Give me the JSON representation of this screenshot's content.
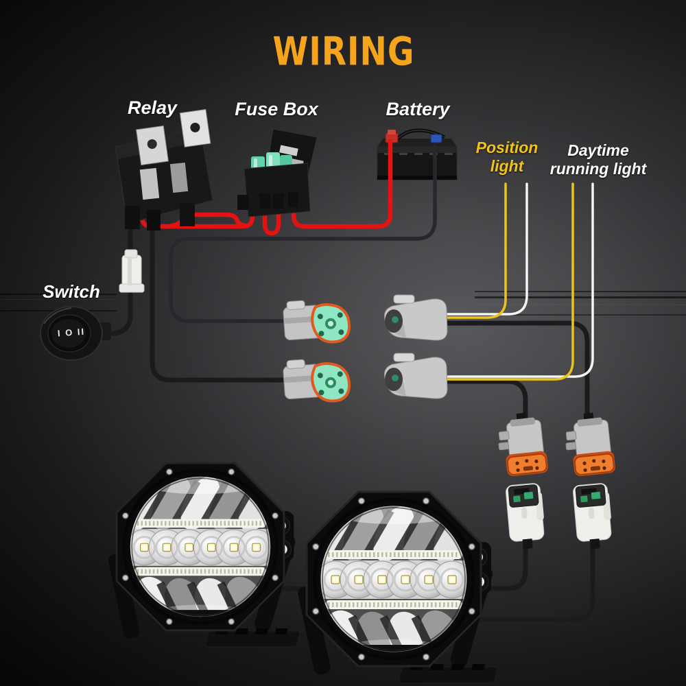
{
  "title": "WIRING",
  "labels": {
    "relay": "Relay",
    "fuse_box": "Fuse Box",
    "battery": "Battery",
    "switch": "Switch",
    "position_light_line1": "Position",
    "position_light_line2": "light",
    "daytime_line1": "Daytime",
    "daytime_line2": "running light"
  },
  "switch_markings": "I O II",
  "colors": {
    "title_orange": "#F7A41D",
    "position_label_yellow": "#F2C418",
    "daytime_label_white": "#FFFFFF",
    "wire_red": "#E51212",
    "wire_yellow": "#EEC41B",
    "wire_white": "#F5F5F5",
    "wire_black": "#1B1B1D",
    "wire_ground_dark": "#28282C",
    "fuse_green": "#7FE0BD",
    "dt_connector_green": "#8FE6C2",
    "dt_connector_seal_orange": "#E05A20",
    "dt6_connector_orange": "#EF7F2E",
    "battery_positive_red": "#C23026",
    "battery_negative_blue": "#2B55B8"
  }
}
